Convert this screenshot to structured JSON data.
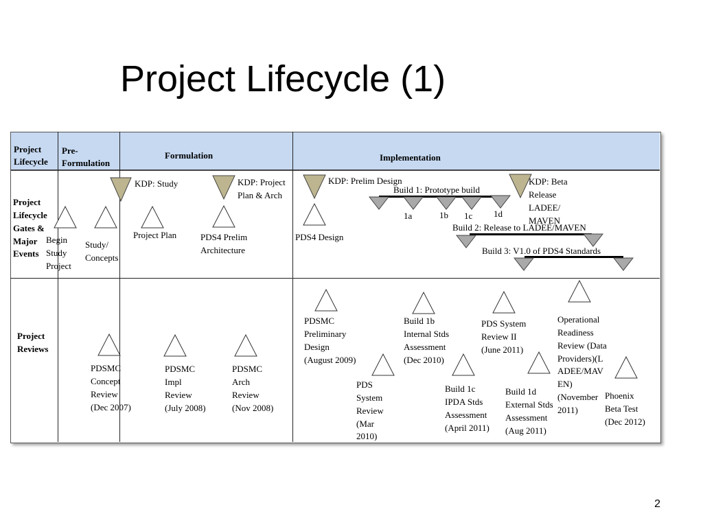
{
  "slide": {
    "title": "Project Lifecycle (1)",
    "page_number": "2"
  },
  "header": {
    "project_lifecycle": "Project\nLifecycle",
    "pre_formulation": "Pre-\nFormulation",
    "formulation": "Formulation",
    "implementation": "Implementation"
  },
  "rows": {
    "gates": "Project\nLifecycle\nGates &\nMajor\nEvents",
    "reviews": "Project\nReviews"
  },
  "kdps": {
    "study": "KDP: Study",
    "project_plan_arch": "KDP: Project\nPlan & Arch",
    "prelim_design": "KDP: Prelim Design",
    "beta_release": "KDP: Beta\nRelease\nLADEE/\nMAVEN"
  },
  "events": {
    "begin_study": "Begin\nStudy\nProject",
    "study_concepts": "Study/\nConcepts",
    "project_plan": "Project Plan",
    "pds4_prelim_arch": "PDS4 Prelim\nArchitecture",
    "pds4_design": "PDS4 Design"
  },
  "builds": {
    "build1": "Build 1: Prototype build",
    "b1a": "1a",
    "b1b": "1b",
    "b1c": "1c",
    "b1d": "1d",
    "build2": "Build 2: Release to LADEE/MAVEN",
    "build3": "Build 3: V1.0 of PDS4 Standards"
  },
  "reviews": {
    "concept": "PDSMC\nConcept\nReview\n(Dec 2007)",
    "impl": "PDSMC\nImpl\nReview\n(July 2008)",
    "arch": "PDSMC\nArch\nReview\n(Nov 2008)",
    "prelim_design": "PDSMC\nPreliminary\nDesign\n(August 2009)",
    "pds_system": "PDS\nSystem\nReview\n(Mar\n2010)",
    "build1b": "Build 1b\nInternal Stds\nAssessment\n(Dec 2010)",
    "build1c": "Build 1c\n IPDA Stds\nAssessment\n (April 2011)",
    "pds_system_2": "PDS System\nReview II\n(June 2011)",
    "build1d": "Build 1d\nExternal Stds\nAssessment\n(Aug 2011)",
    "operational": "Operational\nReadiness\nReview (Data\nProviders)(L\nADEE/MAV\nEN)\n(November\n2011)",
    "phoenix": "Phoenix\nBeta Test\n(Dec 2012)"
  },
  "colors": {
    "header_band": "#c6d9f1",
    "kdp_fill": "#bcb58f",
    "build_fill": "#a9a9a9",
    "event_fill": "#ffffff"
  }
}
